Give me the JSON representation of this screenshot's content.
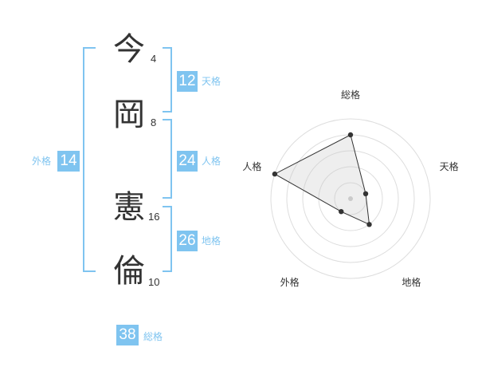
{
  "name": {
    "characters": [
      {
        "char": "今",
        "strokes": "4"
      },
      {
        "char": "岡",
        "strokes": "8"
      },
      {
        "char": "憲",
        "strokes": "16"
      },
      {
        "char": "倫",
        "strokes": "10"
      }
    ]
  },
  "fortunes": {
    "tenkaku": {
      "value": "12",
      "label": "天格"
    },
    "jinkaku": {
      "value": "24",
      "label": "人格"
    },
    "chikaku": {
      "value": "26",
      "label": "地格"
    },
    "gaikaku": {
      "value": "14",
      "label": "外格"
    },
    "soukaku": {
      "value": "38",
      "label": "総格"
    }
  },
  "colors": {
    "accent": "#7fc4f0",
    "text": "#333333"
  },
  "chart_data": {
    "type": "radar",
    "axes": [
      "総格",
      "天格",
      "地格",
      "外格",
      "人格"
    ],
    "values": [
      4,
      1,
      2,
      1,
      5
    ],
    "range": [
      0,
      5
    ]
  }
}
